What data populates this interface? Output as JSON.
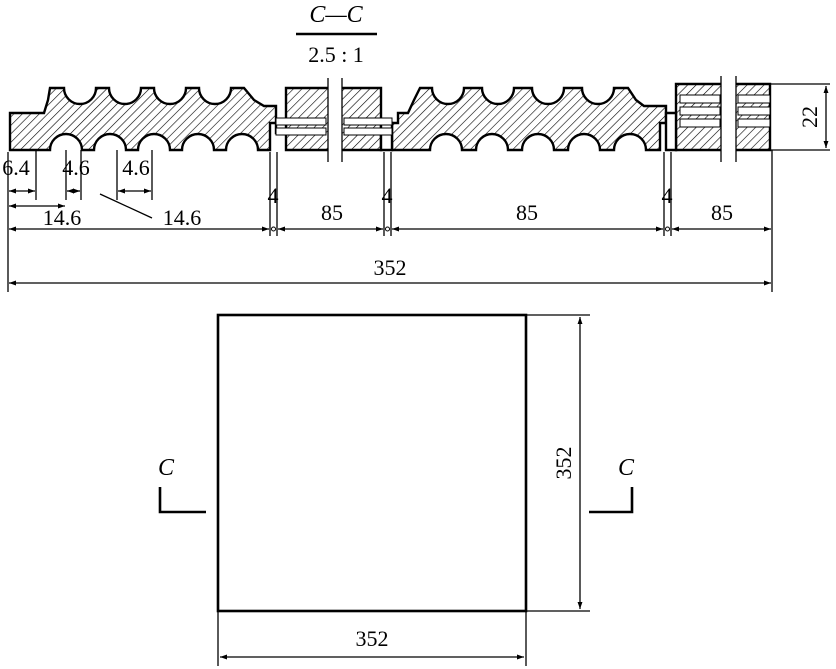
{
  "section_view": {
    "title_top": "C—C",
    "title_scale": "2.5 : 1",
    "dims_small": [
      "6.4",
      "4.6",
      "4.6"
    ],
    "dims_pitch": [
      "14.6",
      "14.6"
    ],
    "dims_gap": [
      "4",
      "4",
      "4"
    ],
    "dims_block": [
      "85",
      "85",
      "85"
    ],
    "dim_total": "352",
    "dim_height": "22"
  },
  "plan_view": {
    "section_mark_left": "C",
    "section_mark_right": "C",
    "dim_width": "352",
    "dim_height": "352"
  },
  "colors": {
    "ink": "#000000",
    "paper": "#ffffff"
  }
}
